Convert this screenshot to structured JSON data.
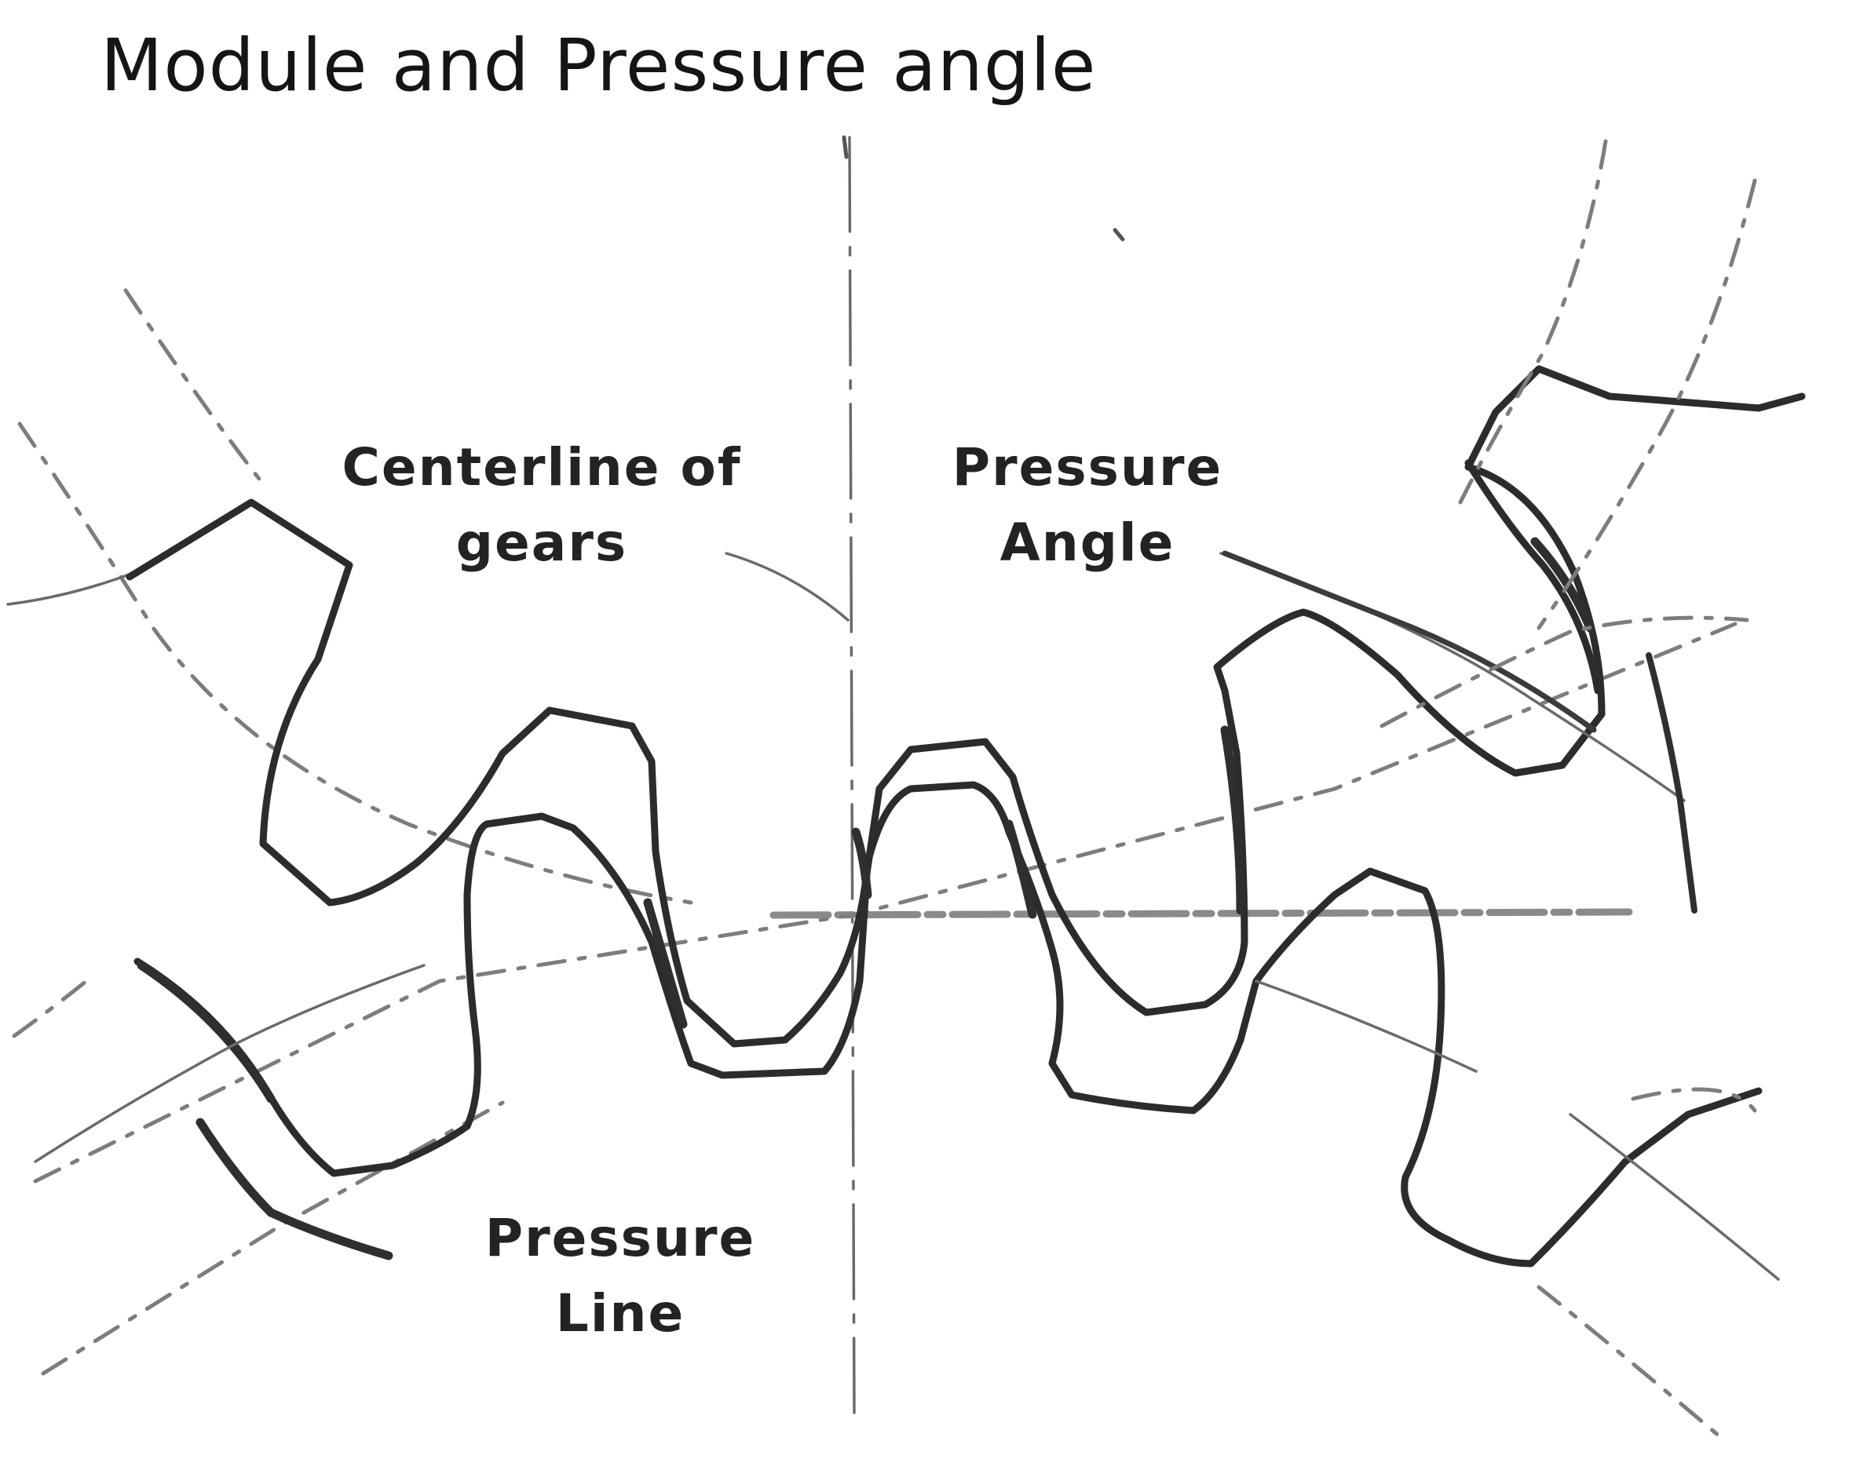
{
  "title": "Module and Pressure angle",
  "labels": {
    "centerline_line1": "Centerline of",
    "centerline_line2": "gears",
    "pressure_angle_line1": "Pressure",
    "pressure_angle_line2": "Angle",
    "pressure_line_line1": "Pressure",
    "pressure_line_line2": "Line"
  }
}
